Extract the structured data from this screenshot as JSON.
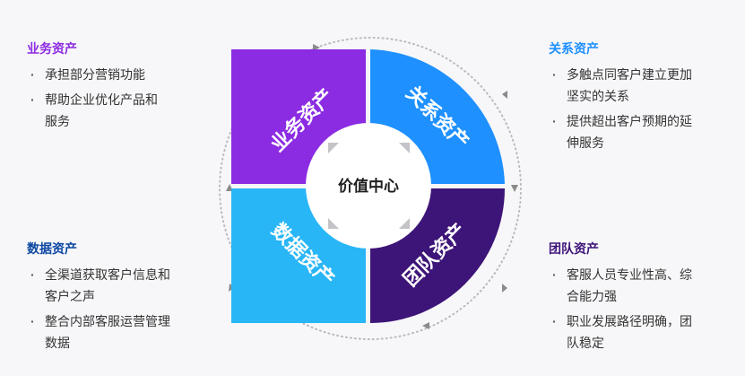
{
  "center": {
    "label": "价值中心"
  },
  "quadrants": {
    "top_left": {
      "label": "业务资产"
    },
    "top_right": {
      "label": "关系资产"
    },
    "bottom_left": {
      "label": "数据资产"
    },
    "bottom_right": {
      "label": "团队资产"
    }
  },
  "blocks": {
    "top_left": {
      "title": "业务资产",
      "items": [
        "承担部分营销功能",
        "帮助企业优化产品和",
        "服务"
      ]
    },
    "top_right": {
      "title": "关系资产",
      "items": [
        "多触点同客户建立更加",
        "坚实的关系",
        "提供超出客户预期的延",
        "伸服务"
      ]
    },
    "bottom_left": {
      "title": "数据资产",
      "items": [
        "全渠道获取客户信息和",
        "客户之声",
        "整合内部客服运营管理",
        "数据"
      ]
    },
    "bottom_right": {
      "title": "团队资产",
      "items": [
        "客服人员专业性高、综",
        "合能力强",
        "职业发展路径明确，团",
        "队稳定"
      ]
    }
  },
  "colors": {
    "business": "#8b2be2",
    "relation": "#1e90ff",
    "data": "#29b6f6",
    "team": "#3d1478",
    "title_purple": "#8b2be2",
    "title_blue": "#1e90ff",
    "title_darkblue": "#0d47a1",
    "title_indigo": "#3d1478"
  }
}
